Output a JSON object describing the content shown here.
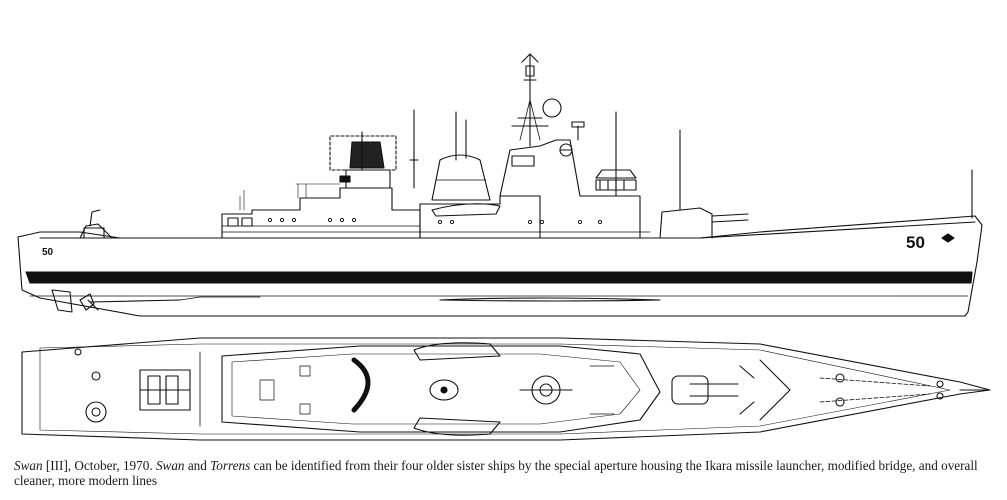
{
  "drawing": {
    "hull_number_bow": "50",
    "hull_number_stern": "50"
  },
  "caption": {
    "ship_name": "Swan",
    "ship_suffix": " [III], October, 1970. ",
    "name_a": "Swan",
    "and_text": " and ",
    "name_b": "Torrens",
    "body": " can be identified from their four older sister ships by the special aperture housing the Ikara missile launcher, modified bridge, and overall cleaner, more modern lines"
  }
}
